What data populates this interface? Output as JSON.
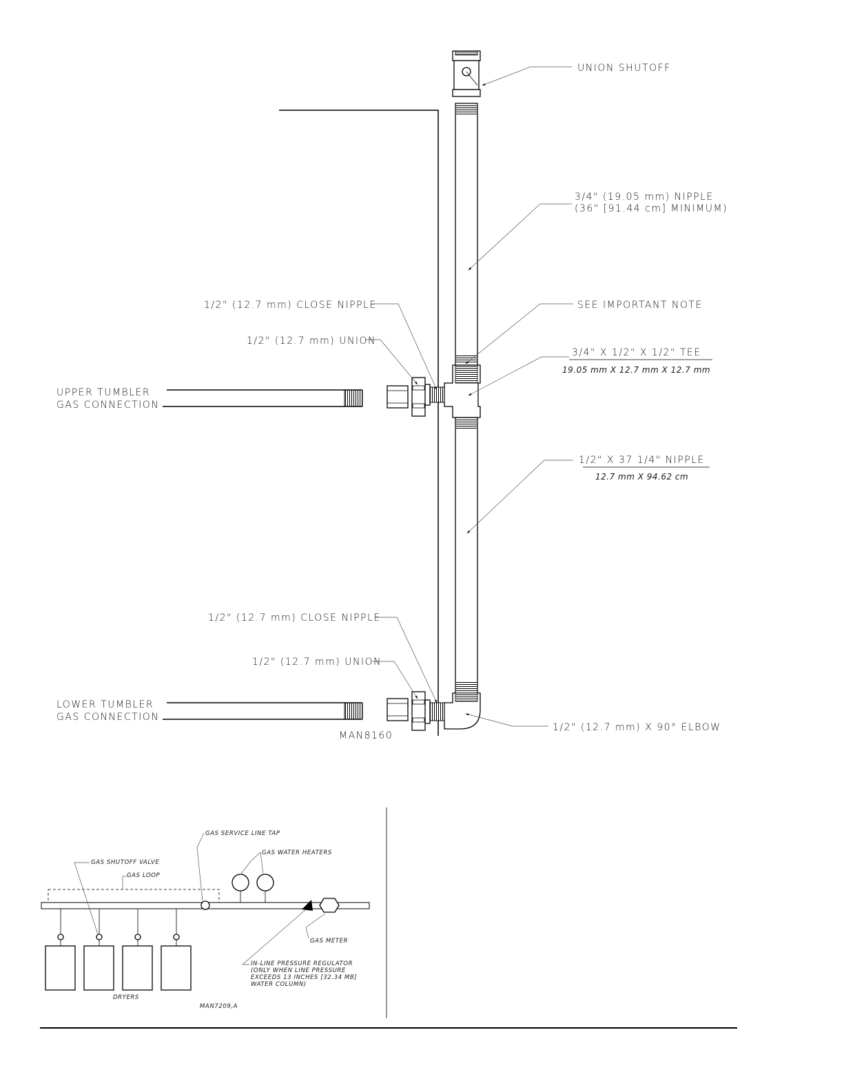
{
  "diagram": {
    "labels": {
      "union_shutoff": "UNION SHUTOFF",
      "nipple_34_a": "3/4\" (19.05 mm) NIPPLE",
      "nipple_34_b": "(36\" [91.44 cm] MINIMUM)",
      "see_note": "SEE IMPORTANT NOTE",
      "tee_a": "3/4\" X 1/2\" X 1/2\" TEE",
      "tee_b": "19.05 mm X 12.7 mm X 12.7 mm",
      "nipple_12_a": "1/2\" X 37 1/4\" NIPPLE",
      "nipple_12_b": "12.7 mm X 94.62 cm",
      "close_nipple_upper": "1/2\" (12.7 mm) CLOSE NIPPLE",
      "union_upper": "1/2\" (12.7 mm) UNION",
      "upper_tumbler_a": "UPPER TUMBLER",
      "upper_tumbler_b": "GAS CONNECTION",
      "close_nipple_lower": "1/2\" (12.7 mm) CLOSE NIPPLE",
      "union_lower": "1/2\" (12.7 mm) UNION",
      "lower_tumbler_a": "LOWER TUMBLER",
      "lower_tumbler_b": "GAS CONNECTION",
      "elbow": "1/2\" (12.7 mm) X 90° ELBOW",
      "drawing_id": "MAN8160"
    },
    "loop": {
      "service_tap": "GAS SERVICE LINE TAP",
      "water_heaters": "GAS WATER HEATERS",
      "shutoff_valve": "GAS SHUTOFF VALVE",
      "gas_loop": "GAS LOOP",
      "gas_meter": "GAS METER",
      "regulator_1": "IN-LINE PRESSURE REGULATOR",
      "regulator_2": "(ONLY WHEN LINE PRESSURE",
      "regulator_3": "EXCEEDS 13 INCHES [32.34 MB]",
      "regulator_4": "WATER COLUMN)",
      "dryers": "DRYERS",
      "drawing_id": "MAN7209,A"
    }
  }
}
